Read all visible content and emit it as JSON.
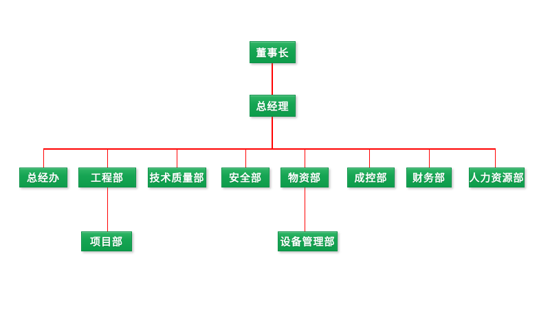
{
  "colors": {
    "node_fill": "#12a452",
    "node_fill_highlight": "#2fb566",
    "node_border": "#0a9147",
    "node_text": "#ffffff",
    "connector_line": "#ff0000",
    "background": "#ffffff"
  },
  "org": {
    "chairman": {
      "label": "董事长"
    },
    "general_manager": {
      "label": "总经理"
    },
    "departments": [
      {
        "label": "总经办"
      },
      {
        "label": "工程部"
      },
      {
        "label": "技术质量部"
      },
      {
        "label": "安全部"
      },
      {
        "label": "物资部"
      },
      {
        "label": "成控部"
      },
      {
        "label": "财务部"
      },
      {
        "label": "人力资源部"
      }
    ],
    "sub_departments": [
      {
        "label": "项目部",
        "parent": "工程部"
      },
      {
        "label": "设备管理部",
        "parent": "物资部"
      }
    ]
  }
}
